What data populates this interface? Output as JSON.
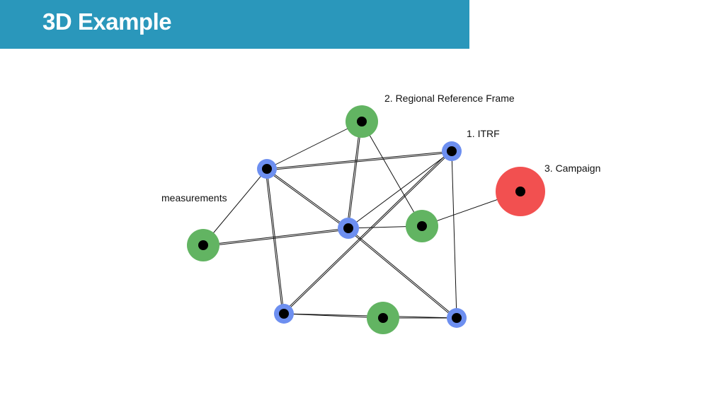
{
  "slide": {
    "title": "3D Example"
  },
  "colors": {
    "title_bar": "#2a97bb",
    "itrf": "#6d8ff0",
    "regional": "#62b462",
    "campaign": "#f25050",
    "center": "#000000",
    "edge": "#111111"
  },
  "labels": {
    "regional": "2. Regional Reference Frame",
    "itrf": "1. ITRF",
    "campaign": "3. Campaign",
    "measurements": "measurements"
  }
}
